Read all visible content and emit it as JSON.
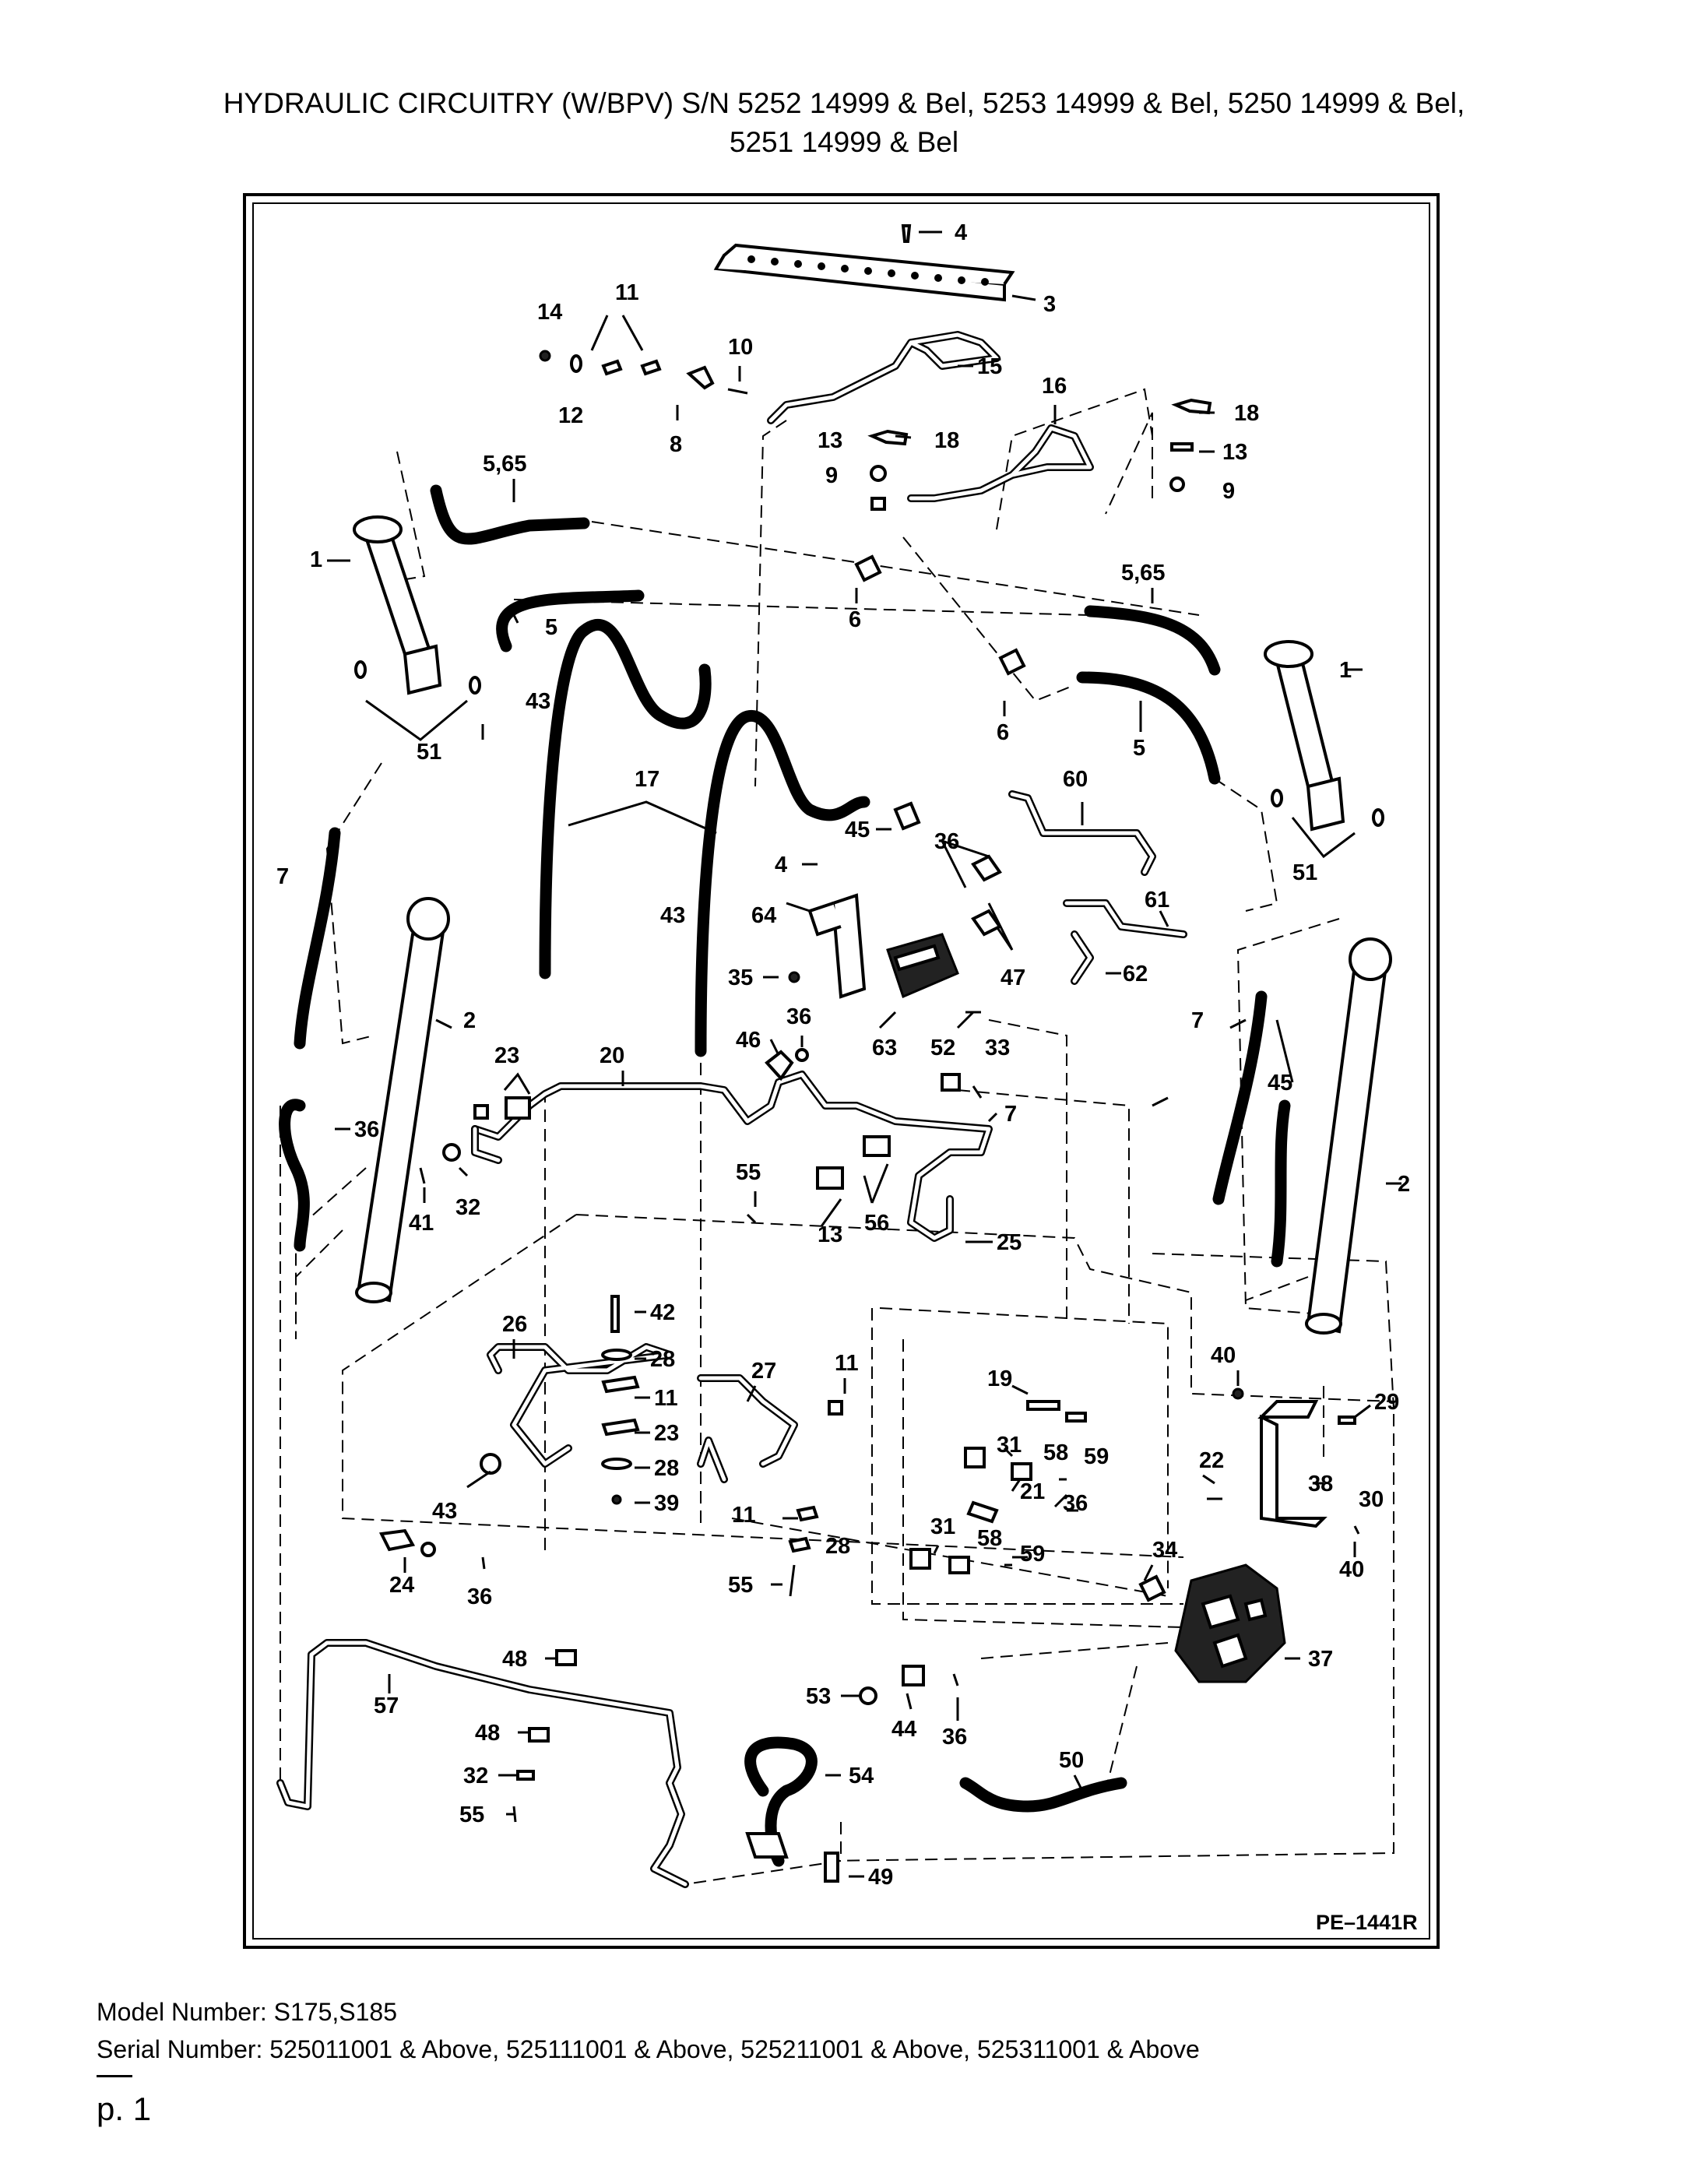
{
  "header": {
    "title_line1": "HYDRAULIC CIRCUITRY (W/BPV) S/N 5252 14999 & Bel, 5253 14999 & Bel, 5250 14999 & Bel,",
    "title_line2": "5251 14999 & Bel"
  },
  "diagram": {
    "reference_code": "PE–1441R",
    "callouts": [
      "4",
      "3",
      "14",
      "11",
      "10",
      "15",
      "12",
      "8",
      "16",
      "18",
      "13",
      "18",
      "9",
      "13",
      "5,65",
      "9",
      "1",
      "6",
      "5,65",
      "5",
      "6",
      "1",
      "43",
      "5",
      "51",
      "17",
      "60",
      "45",
      "36",
      "7",
      "43",
      "4",
      "64",
      "61",
      "51",
      "47",
      "35",
      "62",
      "2",
      "36",
      "7",
      "20",
      "23",
      "46",
      "63",
      "33",
      "45",
      "52",
      "7",
      "36",
      "55",
      "32",
      "41",
      "56",
      "13",
      "25",
      "2",
      "42",
      "26",
      "28",
      "40",
      "27",
      "11",
      "19",
      "29",
      "11",
      "23",
      "31",
      "58",
      "59",
      "22",
      "38",
      "28",
      "43",
      "21",
      "39",
      "36",
      "30",
      "11",
      "31",
      "58",
      "24",
      "28",
      "59",
      "34",
      "55",
      "36",
      "40",
      "48",
      "37",
      "57",
      "53",
      "44",
      "36",
      "48",
      "54",
      "32",
      "50",
      "55",
      "49"
    ]
  },
  "footer": {
    "model_number": "Model Number: S175,S185",
    "serial_number": "Serial Number: 525011001 & Above, 525111001 & Above, 525211001 & Above, 525311001 & Above",
    "page": "p. 1"
  }
}
